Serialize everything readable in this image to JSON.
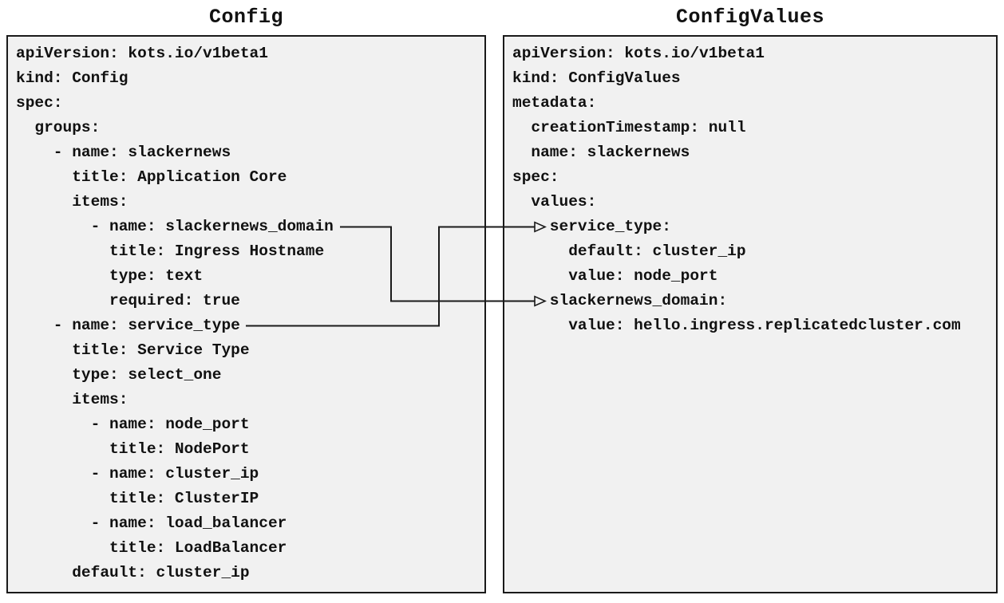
{
  "colors": {
    "page_background": "#ffffff",
    "panel_background": "#f1f1f1",
    "panel_border": "#1a1a1a",
    "text": "#111111",
    "arrow": "#1a1a1a"
  },
  "left_panel": {
    "title": "Config",
    "lines": [
      "apiVersion: kots.io/v1beta1",
      "kind: Config",
      "spec:",
      "  groups:",
      "    - name: slackernews",
      "      title: Application Core",
      "      items:",
      "        - name: slackernews_domain",
      "          title: Ingress Hostname",
      "          type: text",
      "          required: true",
      "    - name: service_type",
      "      title: Service Type",
      "      type: select_one",
      "      items:",
      "        - name: node_port",
      "          title: NodePort",
      "        - name: cluster_ip",
      "          title: ClusterIP",
      "        - name: load_balancer",
      "          title: LoadBalancer",
      "      default: cluster_ip"
    ]
  },
  "right_panel": {
    "title": "ConfigValues",
    "lines": [
      "apiVersion: kots.io/v1beta1",
      "kind: ConfigValues",
      "metadata:",
      "  creationTimestamp: null",
      "  name: slackernews",
      "spec:",
      "  values:",
      "    service_type:",
      "      default: cluster_ip",
      "      value: node_port",
      "    slackernews_domain:",
      "      value: hello.ingress.replicatedcluster.com"
    ]
  },
  "connections": [
    {
      "from_panel": "Config",
      "from_field": "slackernews_domain",
      "to_panel": "ConfigValues",
      "to_field": "slackernews_domain"
    },
    {
      "from_panel": "Config",
      "from_field": "service_type",
      "to_panel": "ConfigValues",
      "to_field": "service_type"
    }
  ]
}
